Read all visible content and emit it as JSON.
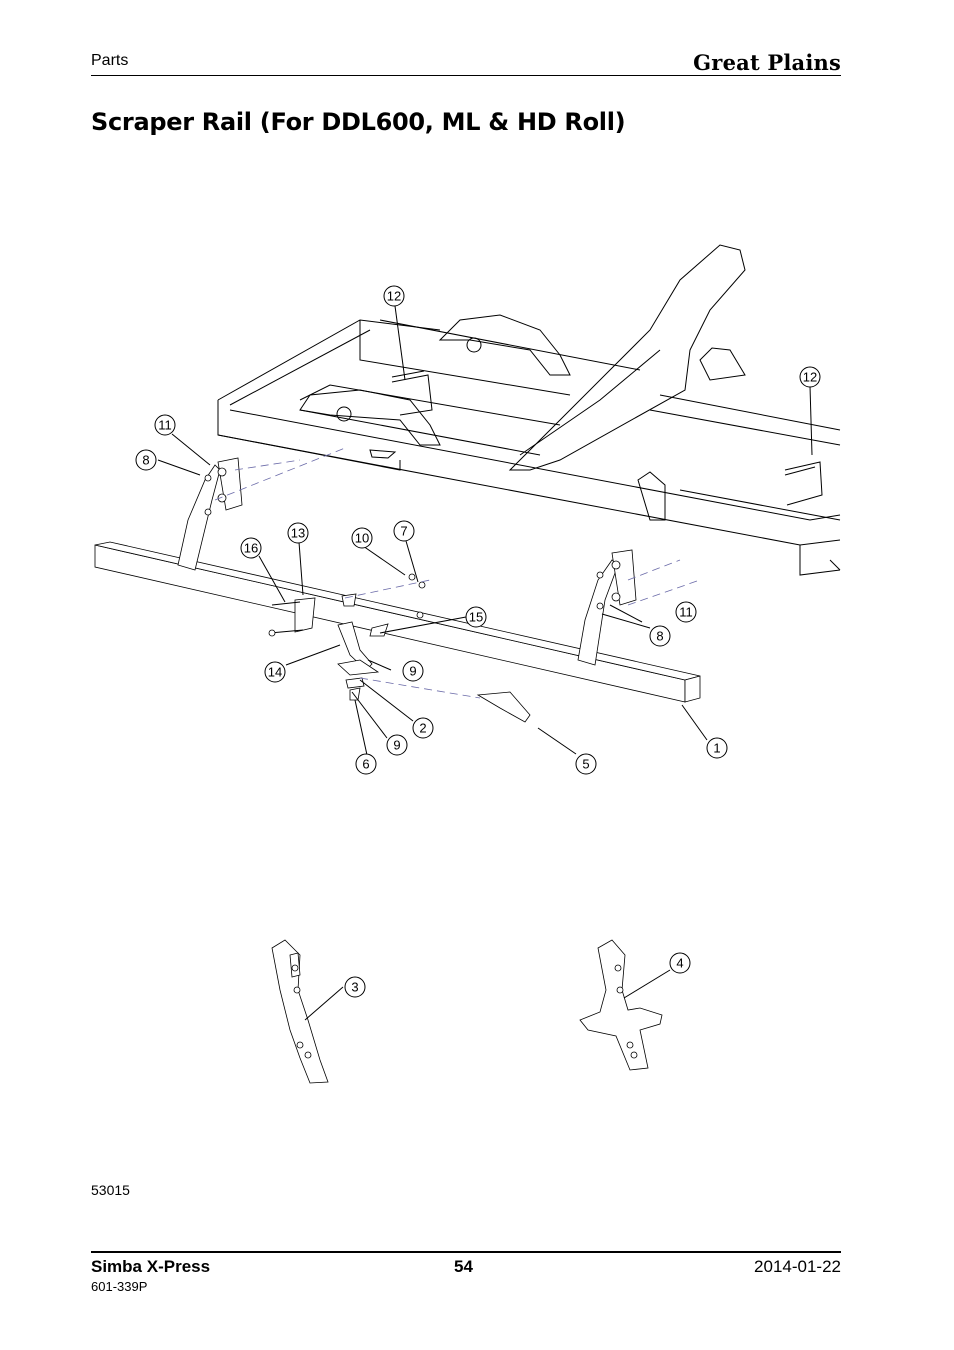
{
  "header": {
    "section": "Parts",
    "brand": "Great Plains"
  },
  "page_title": "Scraper Rail (For DDL600, ML & HD Roll)",
  "figure": {
    "code": "53015",
    "callouts": [
      "1",
      "2",
      "3",
      "4",
      "5",
      "6",
      "7",
      "8",
      "8",
      "9",
      "9",
      "10",
      "11",
      "11",
      "12",
      "12",
      "13",
      "14",
      "15",
      "16"
    ]
  },
  "footer": {
    "product": "Simba X-Press",
    "page_number": "54",
    "date": "2014-01-22",
    "doc_number": "601-339P"
  }
}
